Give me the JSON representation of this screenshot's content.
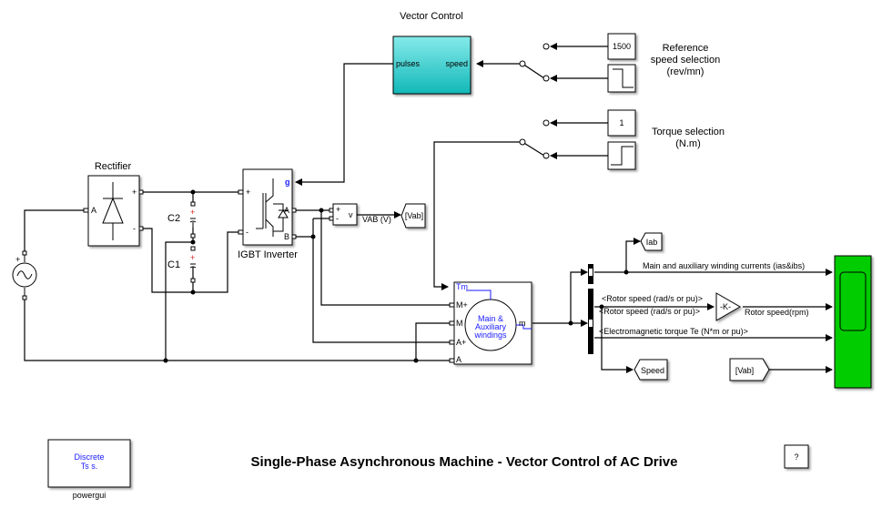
{
  "model": {
    "title": "Single-Phase Asynchronous Machine - Vector Control of AC Drive",
    "help_button_label": "?"
  },
  "colors": {
    "vector_control_fill": "#4fd6d6",
    "scope_fill": "#00cc00",
    "port_label_blue": "#1a1aff",
    "capacitor_plus": "#dd2222"
  },
  "blocks": {
    "vector_control": {
      "name": "Vector Control",
      "port_out": "pulses",
      "port_in": "speed"
    },
    "reference_speed_const": {
      "value": "1500"
    },
    "reference_speed_label": {
      "line1": "Reference",
      "line2": "speed selection",
      "line3": "(rev/mn)"
    },
    "torque_const": {
      "value": "1"
    },
    "torque_label": {
      "line1": "Torque selection",
      "line2": "(N.m)"
    },
    "rectifier": {
      "name": "Rectifier",
      "port_a": "A",
      "port_plus": "+",
      "port_minus": "-"
    },
    "capacitors": {
      "c2": "C2",
      "c1": "C1",
      "plus_sign": "+"
    },
    "igbt_inverter": {
      "name": "IGBT Inverter",
      "port_plus": "+",
      "port_minus": "-",
      "port_g": "g",
      "port_a": "A",
      "port_b": "B"
    },
    "voltage_measurement": {
      "plus": "+",
      "minus": "-",
      "out": "v",
      "signal_label": "VAB (V)"
    },
    "goto_vab": {
      "tag": "[Vab]"
    },
    "ac_source": {
      "plus": "+"
    },
    "machine": {
      "port_tm": "Tm",
      "port_mplus": "M+",
      "port_m": "M",
      "port_aplus": "A+",
      "port_a": "A",
      "port_out": "m",
      "line1": "Main &",
      "line2": "Auxiliary",
      "line3": "windings"
    },
    "goto_iab": {
      "tag": "Iab"
    },
    "goto_speed": {
      "tag": "Speed"
    },
    "from_vab": {
      "tag": "[Vab]"
    },
    "gain": {
      "label": "-K-"
    },
    "powergui": {
      "name": "powergui",
      "line1": "Discrete",
      "line2": "Ts s."
    }
  },
  "signals": {
    "currents": "Main and auxiliary winding currents (ias&ibs)",
    "rotor_speed_1": "<Rotor speed (rad/s or pu)>",
    "rotor_speed_2": "<Rotor speed (rad/s or pu)>",
    "rotor_speed_rpm": "Rotor speed(rpm)",
    "torque": "<Electromagnetic torque Te (N*m or pu)>"
  }
}
